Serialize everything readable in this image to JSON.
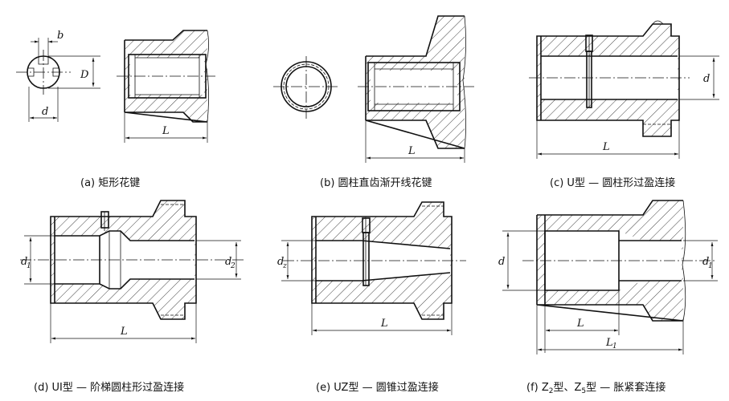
{
  "captions": {
    "a": "(a) 矩形花键",
    "b": "(b)  圆柱直齿渐开线花键",
    "c": "(c)  U型 — 圆柱形过盈连接",
    "d": "(d)  UI型 — 阶梯圆柱形过盈连接",
    "e": "(e)  UZ型 — 圆锥过盈连接",
    "f_pre": "(f) Z",
    "f_sub1": "2",
    "f_mid": "型、Z",
    "f_sub2": "5",
    "f_post": "型 — 胀紧套连接"
  },
  "labels": {
    "b": "b",
    "D": "D",
    "d": "d",
    "L": "L",
    "d1": "d",
    "d1_sub": "1",
    "d2": "d",
    "d2_sub": "2",
    "dz": "d",
    "dz_sub": "z",
    "L1": "L",
    "L1_sub": "1"
  }
}
